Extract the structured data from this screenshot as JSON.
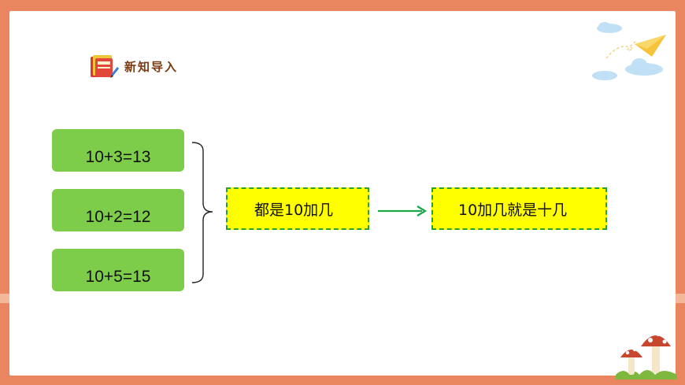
{
  "section": {
    "title": "新知导入"
  },
  "equations": [
    "10+3=13",
    "10+2=12",
    "10+5=15"
  ],
  "summary_left": "都是10加几",
  "summary_right": "10加几就是十几",
  "icons": [
    "book-icon",
    "paper-plane-icon",
    "cloud-icon",
    "mushroom-icon"
  ],
  "colors": {
    "frame": "#e9865f",
    "equation_box": "#7dcc4a",
    "highlight_box": "#ffff00",
    "dash_border": "#2aa12a",
    "arrow": "#1aa64a"
  }
}
